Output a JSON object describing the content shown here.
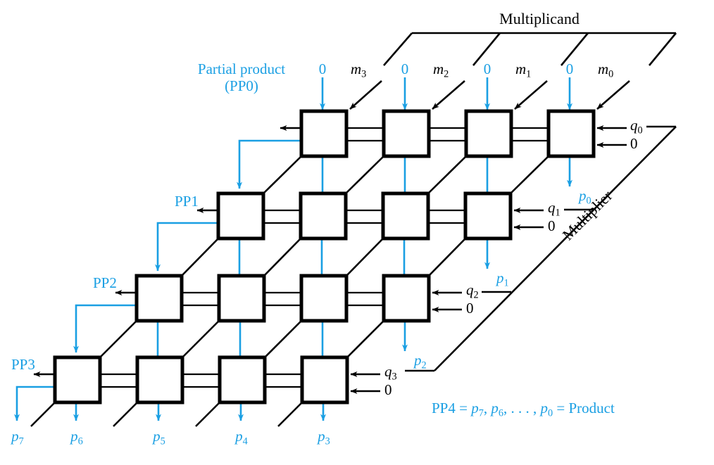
{
  "diagram": {
    "title_top": "Multiplicand",
    "title_side": "Multiplier",
    "partial_product_line1": "Partial product",
    "partial_product_line2": "(PP0)",
    "pp_labels": [
      "PP1",
      "PP2",
      "PP3"
    ],
    "result_note": "PP4 = p7, p6, . . . , p0 = Product",
    "result_note_parts": {
      "prefix": "PP4 = ",
      "terms": [
        "p",
        "7",
        ", ",
        "p",
        "6",
        ", . . . , ",
        "p",
        "0"
      ],
      "suffix": " = Product"
    },
    "colors": {
      "blue": "#1a9fe3",
      "black": "#000000",
      "background": "#ffffff"
    },
    "multiplicand_bits": [
      {
        "name": "m",
        "index": "3"
      },
      {
        "name": "m",
        "index": "2"
      },
      {
        "name": "m",
        "index": "1"
      },
      {
        "name": "m",
        "index": "0"
      }
    ],
    "carry_in_zeros": [
      "0",
      "0",
      "0",
      "0"
    ],
    "multiplier_bits": [
      {
        "name": "q",
        "index": "0"
      },
      {
        "name": "q",
        "index": "1"
      },
      {
        "name": "q",
        "index": "2"
      },
      {
        "name": "q",
        "index": "3"
      }
    ],
    "row_zero_inputs": [
      "0",
      "0",
      "0",
      "0"
    ],
    "product_bits_right": [
      {
        "name": "p",
        "index": "0"
      },
      {
        "name": "p",
        "index": "1"
      },
      {
        "name": "p",
        "index": "2"
      }
    ],
    "product_bits_bottom": [
      {
        "name": "p",
        "index": "7"
      },
      {
        "name": "p",
        "index": "6"
      },
      {
        "name": "p",
        "index": "5"
      },
      {
        "name": "p",
        "index": "4"
      },
      {
        "name": "p",
        "index": "3"
      }
    ],
    "grid": {
      "rows": 4,
      "cols": 4,
      "cell_size": 64,
      "col_step": 117,
      "row_step": 117,
      "row_shift": 118,
      "row_origin_x": [
        428,
        310,
        194,
        78
      ],
      "row_origin_y": [
        158,
        275,
        392,
        508
      ]
    }
  }
}
